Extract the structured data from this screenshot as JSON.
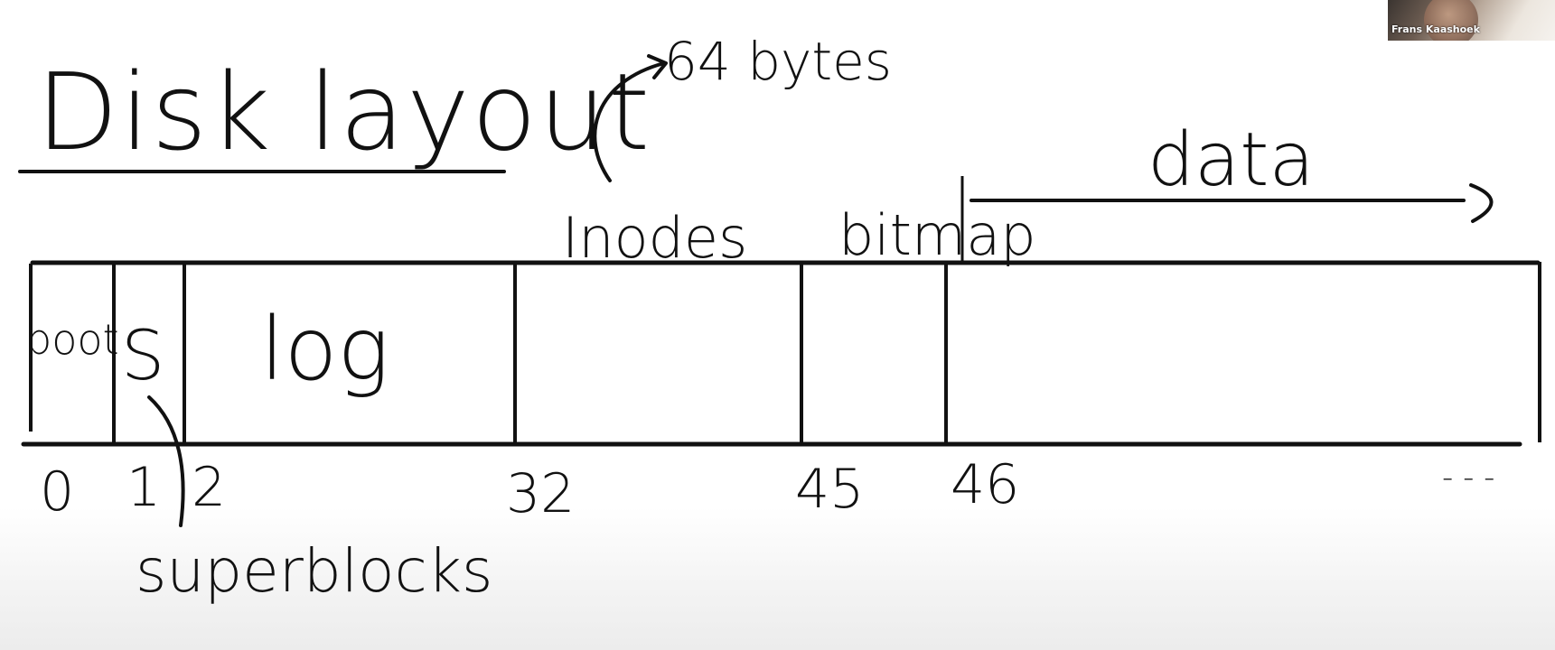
{
  "title": "Disk layout",
  "inode_size_note": "64 bytes",
  "region_labels": {
    "boot": "boot",
    "superblock": "S",
    "log": "log",
    "inodes": "Inodes",
    "bitmap": "bitmap",
    "data": "data"
  },
  "block_numbers": [
    "0",
    "1",
    "2",
    "32",
    "45",
    "46"
  ],
  "trailing_marker": "- - -",
  "superblock_note": "superblocks",
  "webcam": {
    "participant_name": "Frans Kaashoek"
  },
  "colors": {
    "ink": "#111111",
    "background": "#ffffff"
  }
}
